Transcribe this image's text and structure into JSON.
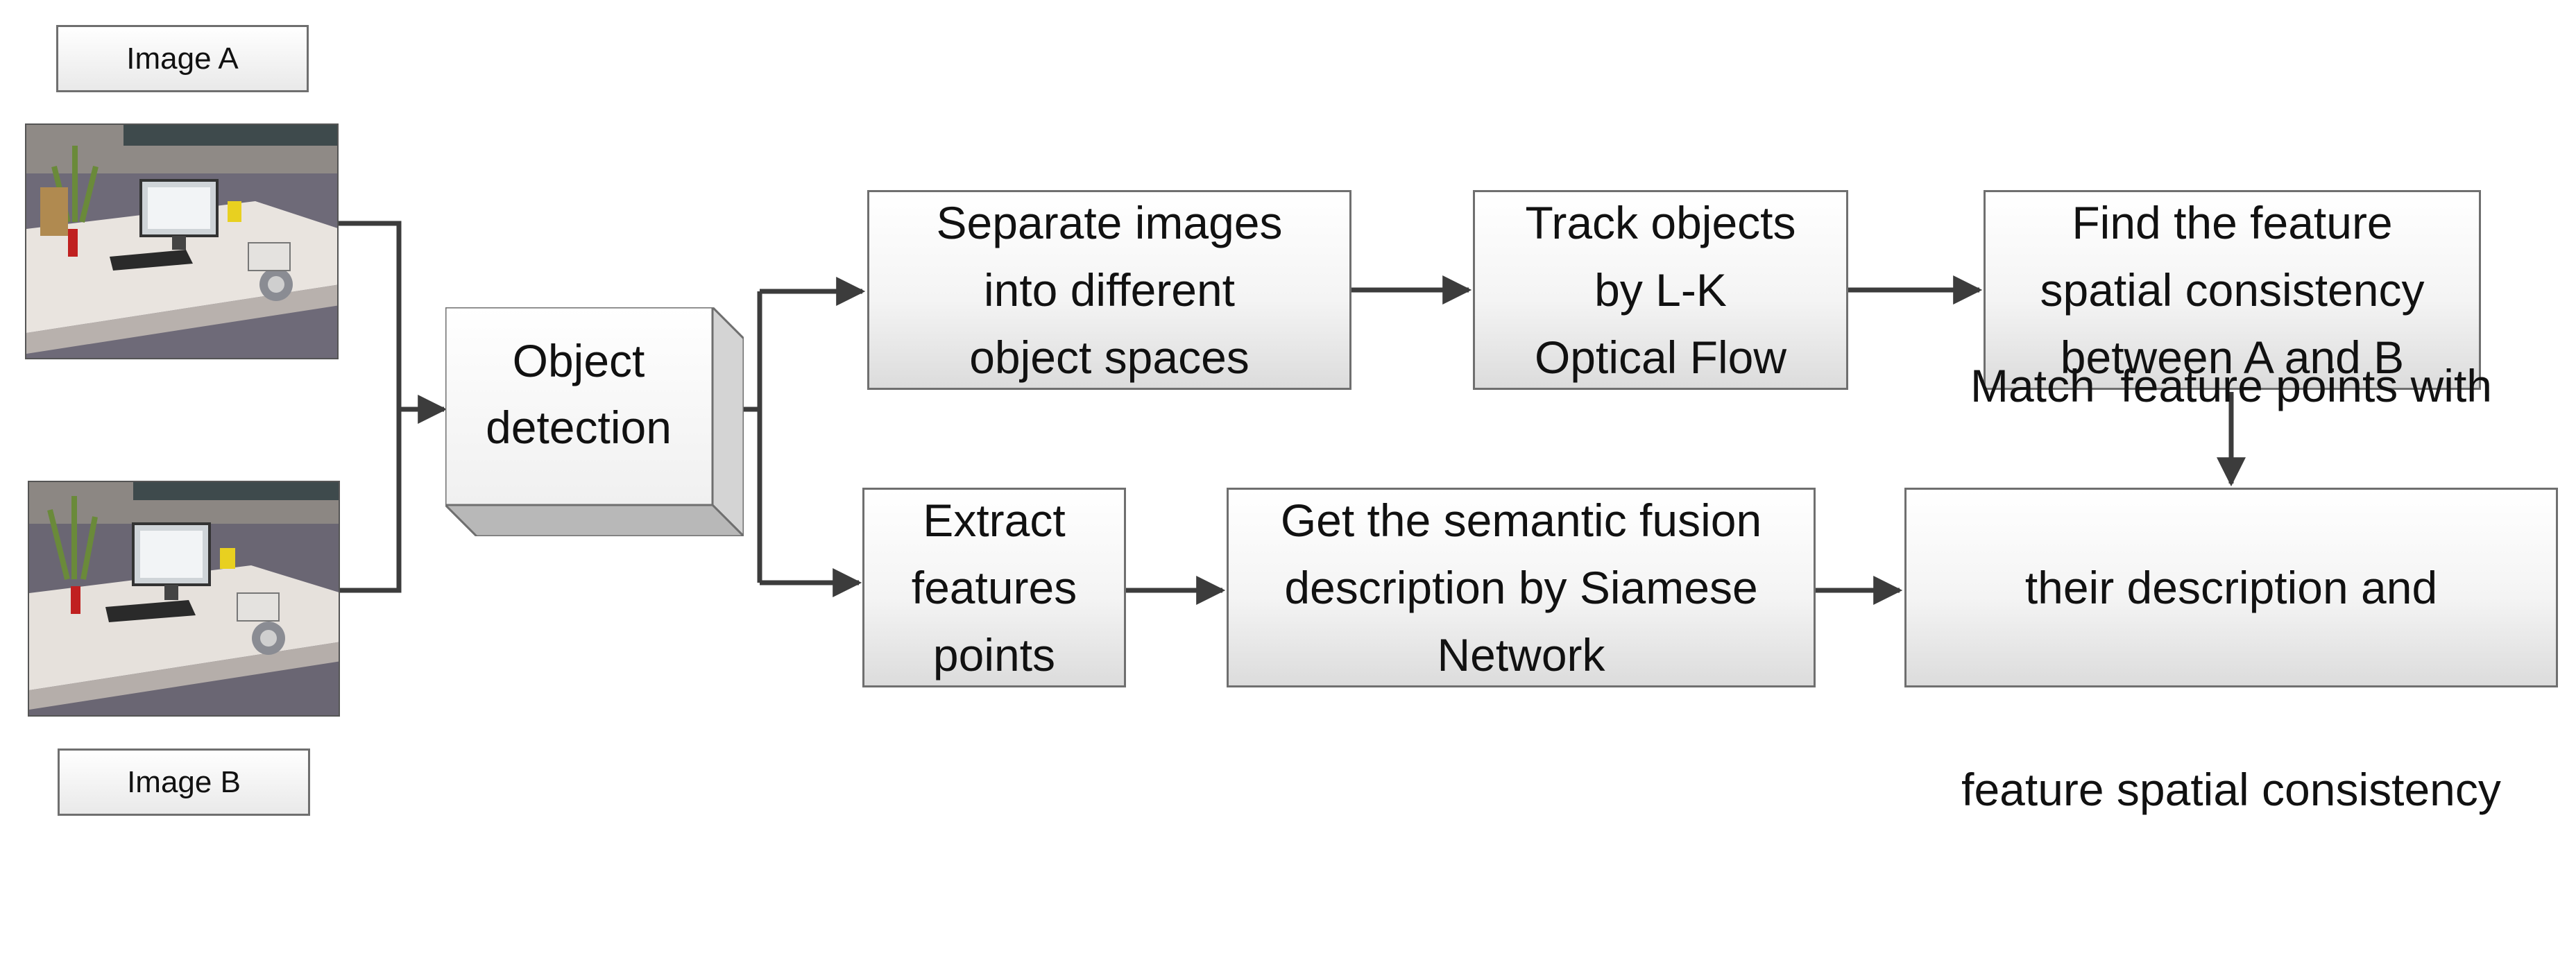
{
  "images": {
    "a_label": "Image A",
    "b_label": "Image B"
  },
  "steps": {
    "object_detection": [
      "Object",
      "detection"
    ],
    "separate": [
      "Separate images",
      "into different",
      "object spaces"
    ],
    "track": [
      "Track objects",
      "by L-K",
      "Optical Flow"
    ],
    "find": [
      "Find the feature",
      "spatial consistency",
      "between A and B"
    ],
    "extract": [
      "Extract",
      "features",
      "points"
    ],
    "semantic": [
      "Get the semantic fusion",
      "description by Siamese",
      "Network"
    ],
    "match": [
      "Match  feature points with",
      "their description and",
      "feature spatial consistency"
    ]
  },
  "colors": {
    "arrow": "#3c3c3c",
    "box_border": "#6f6f6f"
  }
}
